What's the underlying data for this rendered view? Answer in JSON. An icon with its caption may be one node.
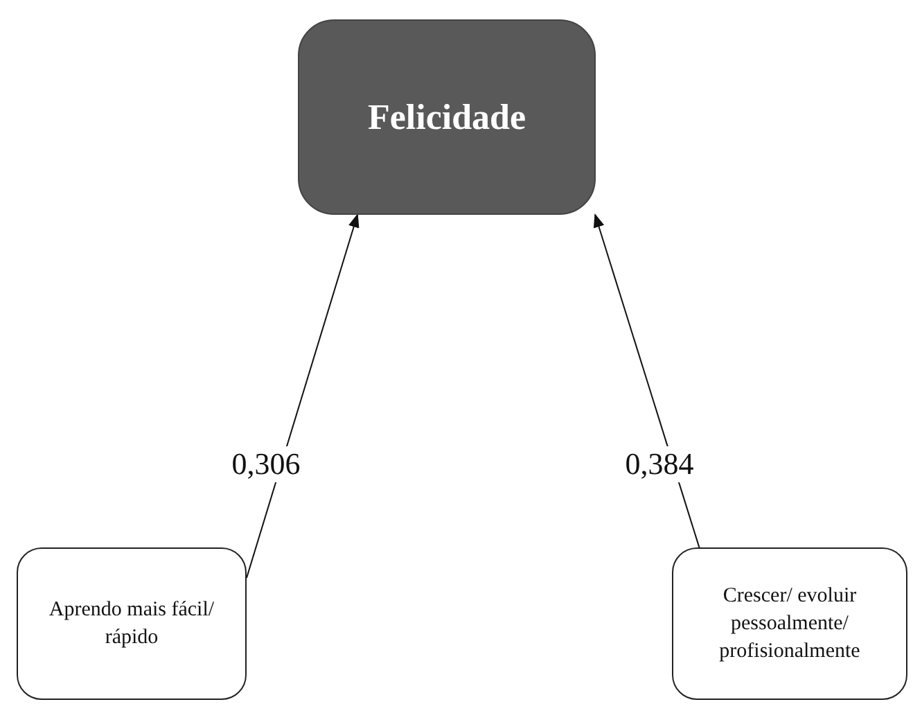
{
  "diagram": {
    "nodes": [
      {
        "text": [
          "Felicidade"
        ]
      },
      {
        "text": [
          "Aprendo mais fácil/ rápido"
        ]
      },
      {
        "text": [
          "Crescer/ evoluir pessoalmente/ profisionalmente"
        ]
      }
    ],
    "edges": [
      {
        "from": 1,
        "to": 0,
        "arrow": "to",
        "label": "0,306"
      },
      {
        "from": 2,
        "to": 0,
        "arrow": "to",
        "label": "0,384"
      }
    ]
  }
}
